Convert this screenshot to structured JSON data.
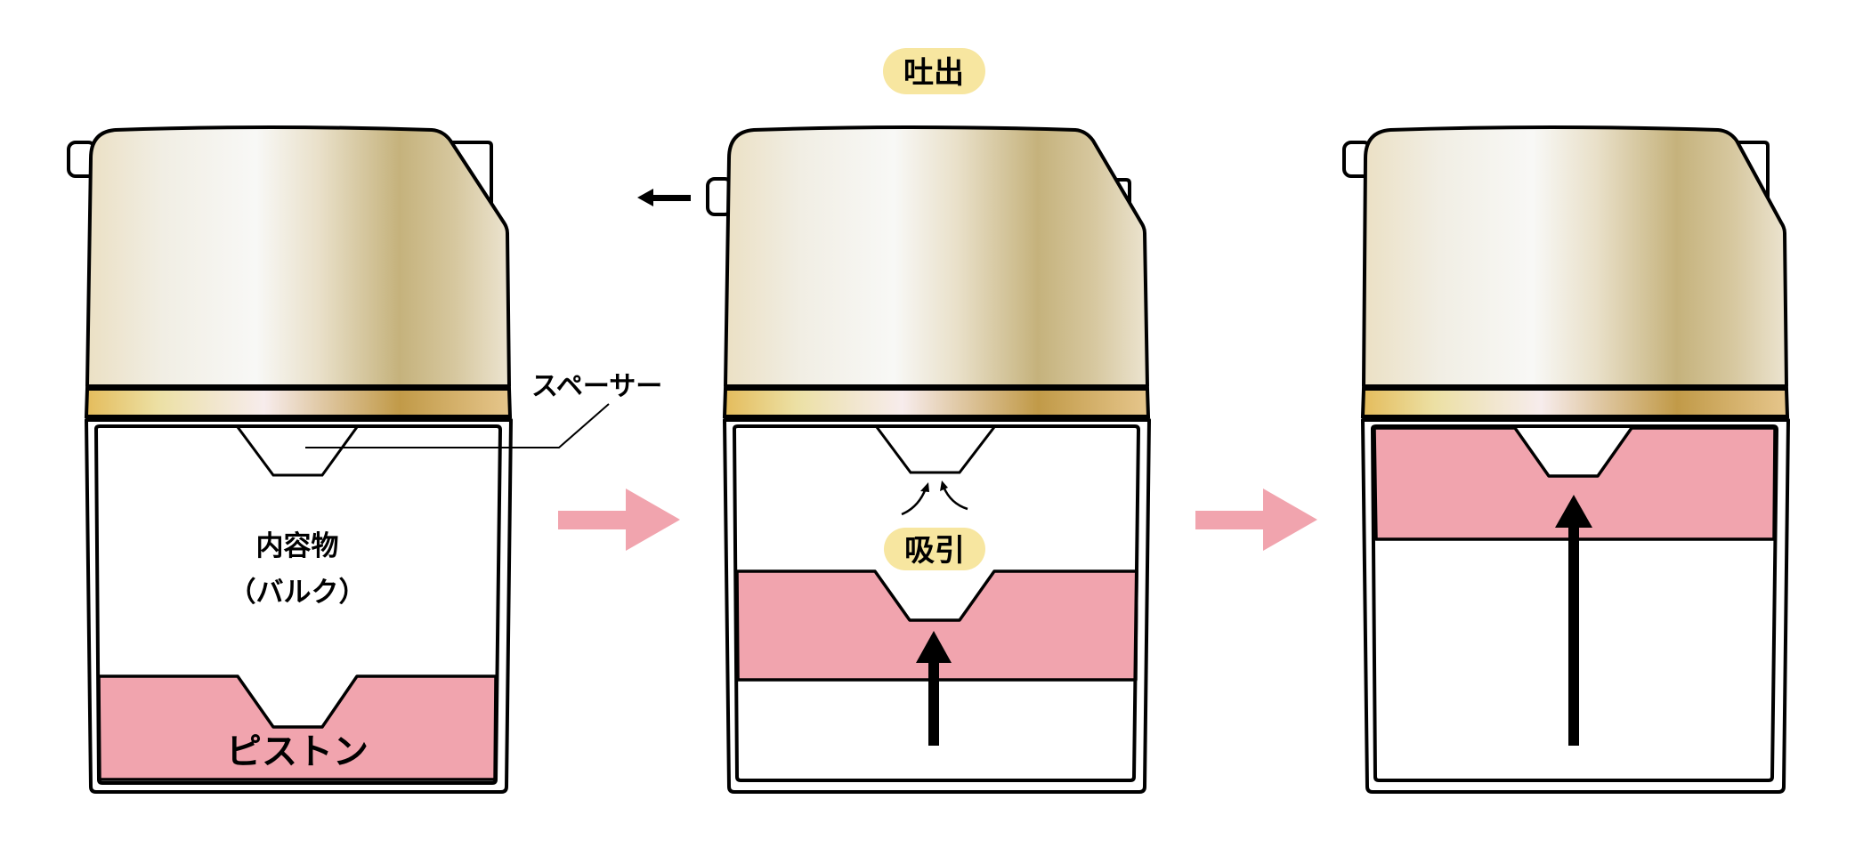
{
  "diagram": {
    "title": "Airless pump mechanism: discharge and suction",
    "colors": {
      "piston": "#f1a4ae",
      "badge": "#f7e6a0",
      "flow_arrow": "#f1a4ae",
      "outline": "#000000"
    },
    "labels": {
      "discharge": "吐出",
      "suction": "吸引",
      "spacer": "スペーサー",
      "contents_line1": "内容物",
      "contents_line2": "（バルク）",
      "piston": "ピストン"
    },
    "stages": [
      {
        "id": "stage-1",
        "state": "initial",
        "piston_position": "bottom"
      },
      {
        "id": "stage-2",
        "state": "pressed",
        "piston_position": "middle"
      },
      {
        "id": "stage-3",
        "state": "after",
        "piston_position": "top"
      }
    ]
  }
}
